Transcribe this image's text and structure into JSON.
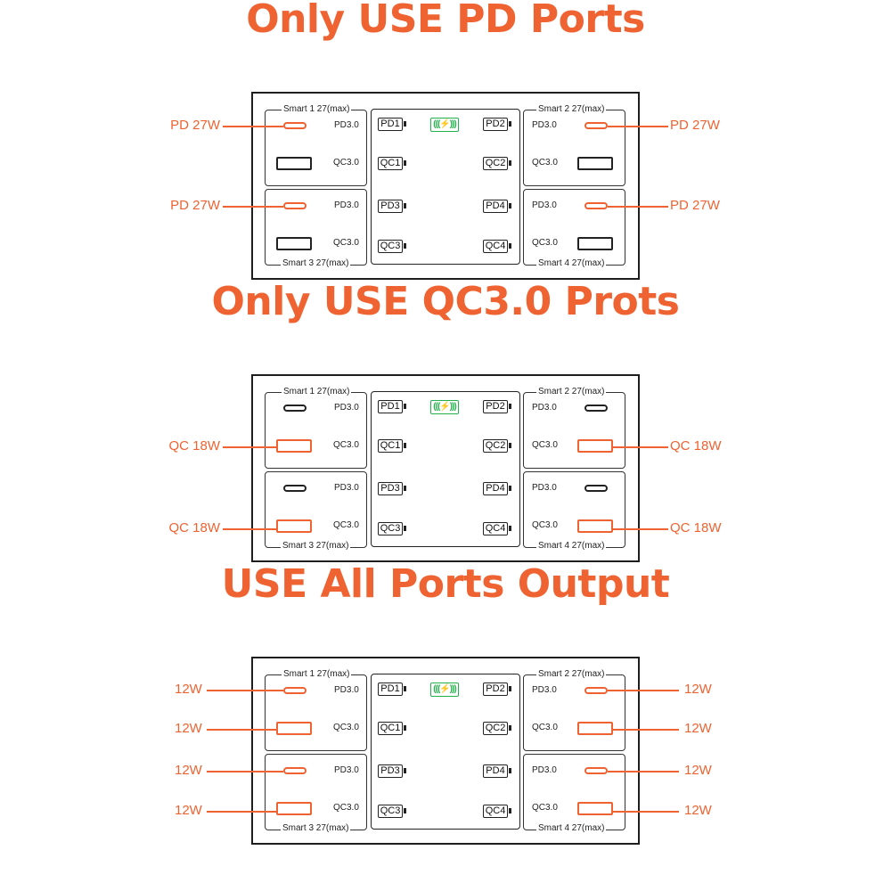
{
  "sections": [
    {
      "title": "Only USE PD Ports",
      "highlight": "pd",
      "callouts_left": [
        "PD 27W",
        "PD 27W"
      ],
      "callouts_right": [
        "PD 27W",
        "PD 27W"
      ]
    },
    {
      "title": "Only USE QC3.0 Prots",
      "highlight": "qc",
      "callouts_left": [
        "QC 18W",
        "QC 18W"
      ],
      "callouts_right": [
        "QC 18W",
        "QC 18W"
      ]
    },
    {
      "title": "USE All Ports Output",
      "highlight": "all",
      "callouts_left": [
        "12W",
        "12W",
        "12W",
        "12W"
      ],
      "callouts_right": [
        "12W",
        "12W",
        "12W",
        "12W"
      ]
    }
  ],
  "charger": {
    "groups": [
      "Smart 1 27(max)",
      "Smart 2 27(max)",
      "Smart 3 27(max)",
      "Smart 4 27(max)"
    ],
    "pd_label": "PD3.0",
    "qc_label": "QC3.0",
    "batteries": [
      "PD1",
      "PD2",
      "QC1",
      "QC2",
      "PD3",
      "PD4",
      "QC3",
      "QC4"
    ],
    "wireless_icon": "(((⚡)))"
  },
  "colors": {
    "accent": "#ee6331",
    "wireless": "#22b14c",
    "outline": "#1e1e1e"
  }
}
